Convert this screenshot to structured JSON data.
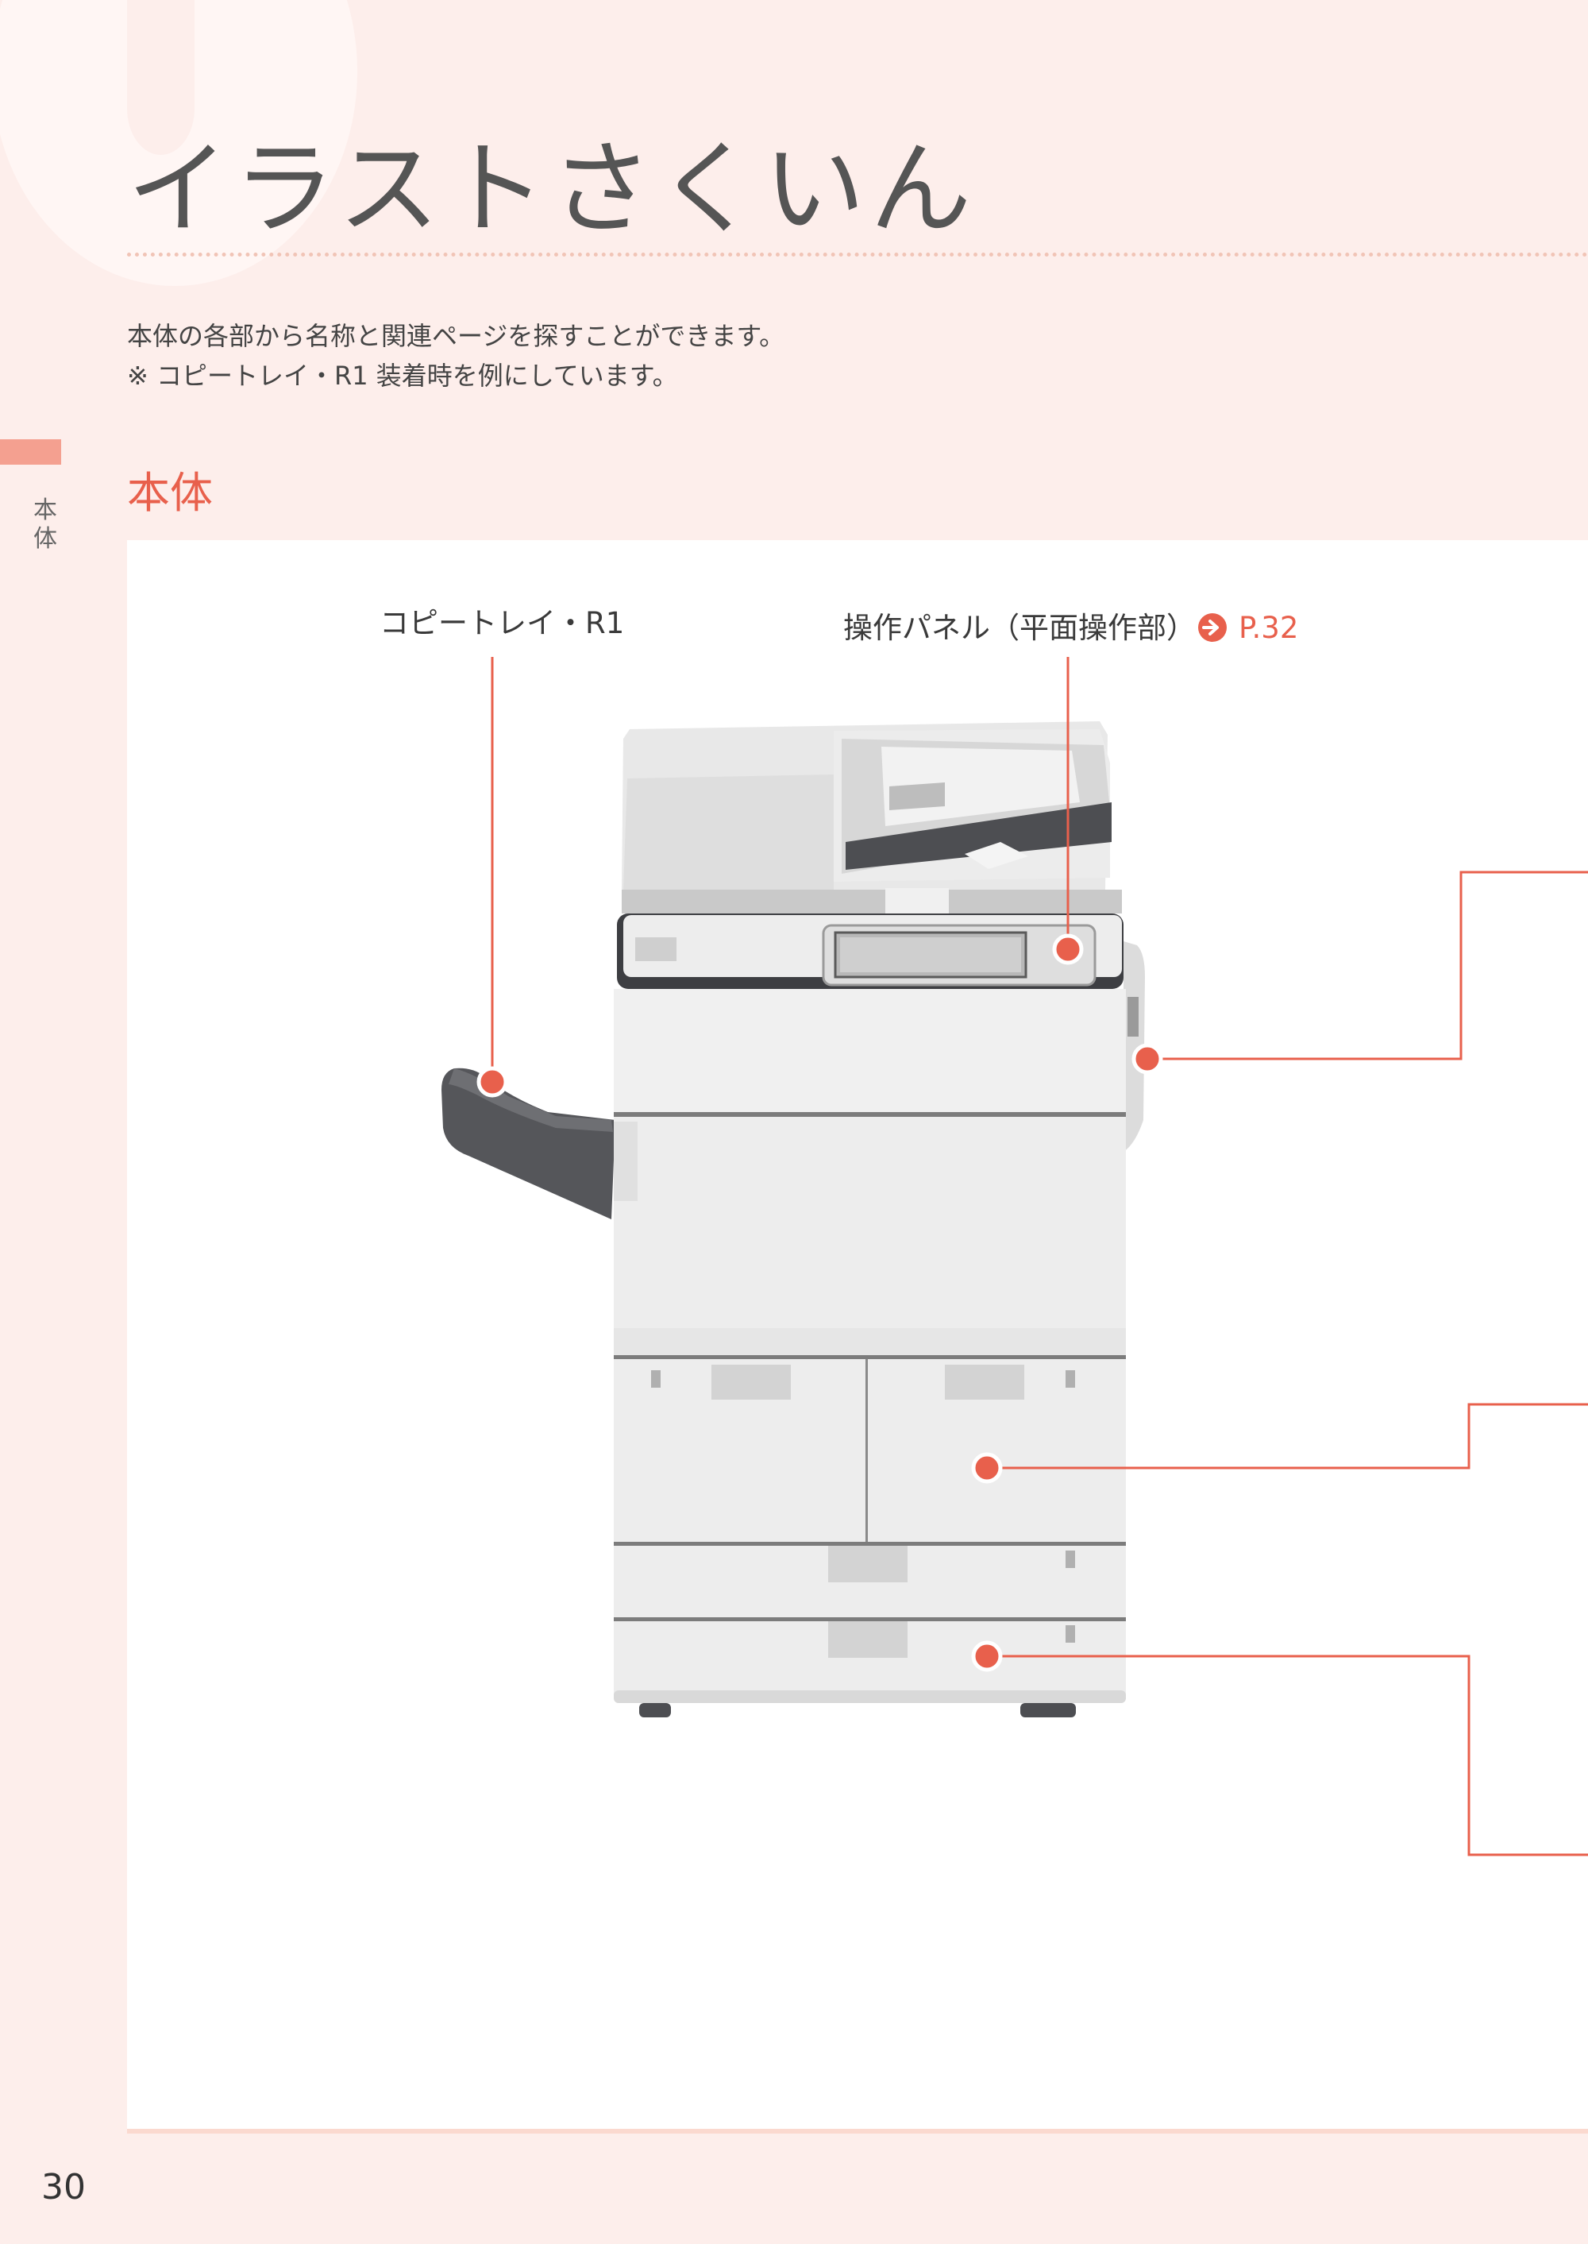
{
  "header": {
    "title": "イラストさくいん"
  },
  "intro": {
    "line1": "本体の各部から名称と関連ページを探すことができます。",
    "line2": "※ コピートレイ・R1 装着時を例にしています。"
  },
  "side_tab": {
    "label_char1": "本",
    "label_char2": "体"
  },
  "section": {
    "heading": "本体"
  },
  "callouts": {
    "copy_tray": "コピートレイ・R1",
    "control_panel": "操作パネル（平面操作部）",
    "control_panel_page": "P.32"
  },
  "colors": {
    "accent": "#e8604c",
    "background": "#fdeeeb"
  },
  "footer": {
    "page_number": "30"
  }
}
